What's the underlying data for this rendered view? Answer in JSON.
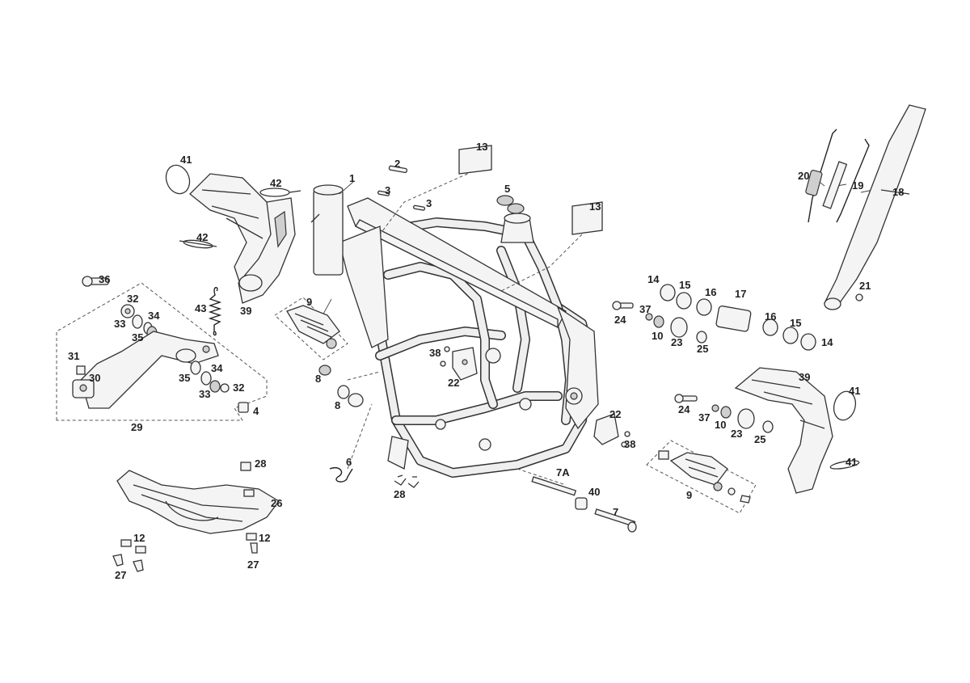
{
  "labels": [
    {
      "id": "1",
      "text": "1"
    },
    {
      "id": "2",
      "text": "2"
    },
    {
      "id": "3a",
      "text": "3"
    },
    {
      "id": "3b",
      "text": "3"
    },
    {
      "id": "4",
      "text": "4"
    },
    {
      "id": "5",
      "text": "5"
    },
    {
      "id": "6",
      "text": "6"
    },
    {
      "id": "7",
      "text": "7"
    },
    {
      "id": "7A",
      "text": "7A"
    },
    {
      "id": "8a",
      "text": "8"
    },
    {
      "id": "8b",
      "text": "8"
    },
    {
      "id": "9a",
      "text": "9"
    },
    {
      "id": "9b",
      "text": "9"
    },
    {
      "id": "10a",
      "text": "10"
    },
    {
      "id": "10b",
      "text": "10"
    },
    {
      "id": "12a",
      "text": "12"
    },
    {
      "id": "12b",
      "text": "12"
    },
    {
      "id": "13a",
      "text": "13"
    },
    {
      "id": "13b",
      "text": "13"
    },
    {
      "id": "14a",
      "text": "14"
    },
    {
      "id": "14b",
      "text": "14"
    },
    {
      "id": "15a",
      "text": "15"
    },
    {
      "id": "15b",
      "text": "15"
    },
    {
      "id": "16a",
      "text": "16"
    },
    {
      "id": "16b",
      "text": "16"
    },
    {
      "id": "17",
      "text": "17"
    },
    {
      "id": "18",
      "text": "18"
    },
    {
      "id": "19",
      "text": "19"
    },
    {
      "id": "20",
      "text": "20"
    },
    {
      "id": "21",
      "text": "21"
    },
    {
      "id": "22a",
      "text": "22"
    },
    {
      "id": "22b",
      "text": "22"
    },
    {
      "id": "23a",
      "text": "23"
    },
    {
      "id": "23b",
      "text": "23"
    },
    {
      "id": "24a",
      "text": "24"
    },
    {
      "id": "24b",
      "text": "24"
    },
    {
      "id": "25a",
      "text": "25"
    },
    {
      "id": "25b",
      "text": "25"
    },
    {
      "id": "26",
      "text": "26"
    },
    {
      "id": "27a",
      "text": "27"
    },
    {
      "id": "27b",
      "text": "27"
    },
    {
      "id": "28a",
      "text": "28"
    },
    {
      "id": "28b",
      "text": "28"
    },
    {
      "id": "29",
      "text": "29"
    },
    {
      "id": "30",
      "text": "30"
    },
    {
      "id": "31",
      "text": "31"
    },
    {
      "id": "32a",
      "text": "32"
    },
    {
      "id": "32b",
      "text": "32"
    },
    {
      "id": "33a",
      "text": "33"
    },
    {
      "id": "33b",
      "text": "33"
    },
    {
      "id": "34a",
      "text": "34"
    },
    {
      "id": "34b",
      "text": "34"
    },
    {
      "id": "35a",
      "text": "35"
    },
    {
      "id": "35b",
      "text": "35"
    },
    {
      "id": "36",
      "text": "36"
    },
    {
      "id": "37a",
      "text": "37"
    },
    {
      "id": "37b",
      "text": "37"
    },
    {
      "id": "38a",
      "text": "38"
    },
    {
      "id": "38b",
      "text": "38"
    },
    {
      "id": "39a",
      "text": "39"
    },
    {
      "id": "39b",
      "text": "39"
    },
    {
      "id": "40",
      "text": "40"
    },
    {
      "id": "41a",
      "text": "41"
    },
    {
      "id": "41b",
      "text": "41"
    },
    {
      "id": "41c",
      "text": "41"
    },
    {
      "id": "42a",
      "text": "42"
    },
    {
      "id": "42b",
      "text": "42"
    },
    {
      "id": "43",
      "text": "43"
    }
  ]
}
